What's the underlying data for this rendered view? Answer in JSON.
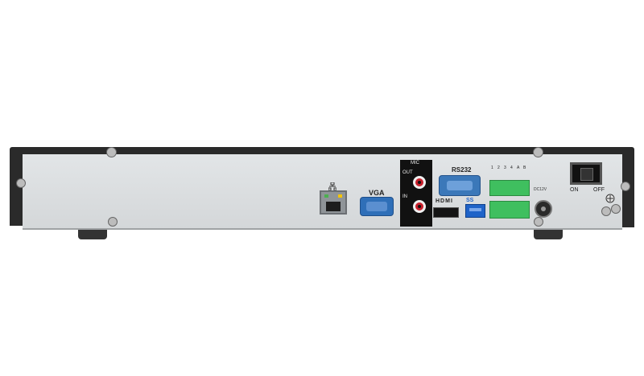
{
  "device": {
    "ports": {
      "network_icon": "network-icon",
      "vga_label": "VGA",
      "mic_label": "MIC",
      "audio_out_label": "OUT",
      "audio_in_label": "IN",
      "rs232_label": "RS232",
      "hdmi_label": "HDMI",
      "usb_label": "SS",
      "terminal_labels": [
        "1",
        "2",
        "3",
        "4",
        "A",
        "B"
      ],
      "dc_label": "DC12V",
      "power_on_label": "ON",
      "power_off_label": "OFF",
      "ground_icon": "ground-icon"
    },
    "colors": {
      "chassis_top": "#2b2b2b",
      "panel": "#d9dcde",
      "vga_blue": "#2f6fb8",
      "rs232_blue": "#3b78b9",
      "terminal_green": "#3fbf5f",
      "usb_blue": "#1f63c8",
      "audio_red": "#c8202c"
    }
  }
}
